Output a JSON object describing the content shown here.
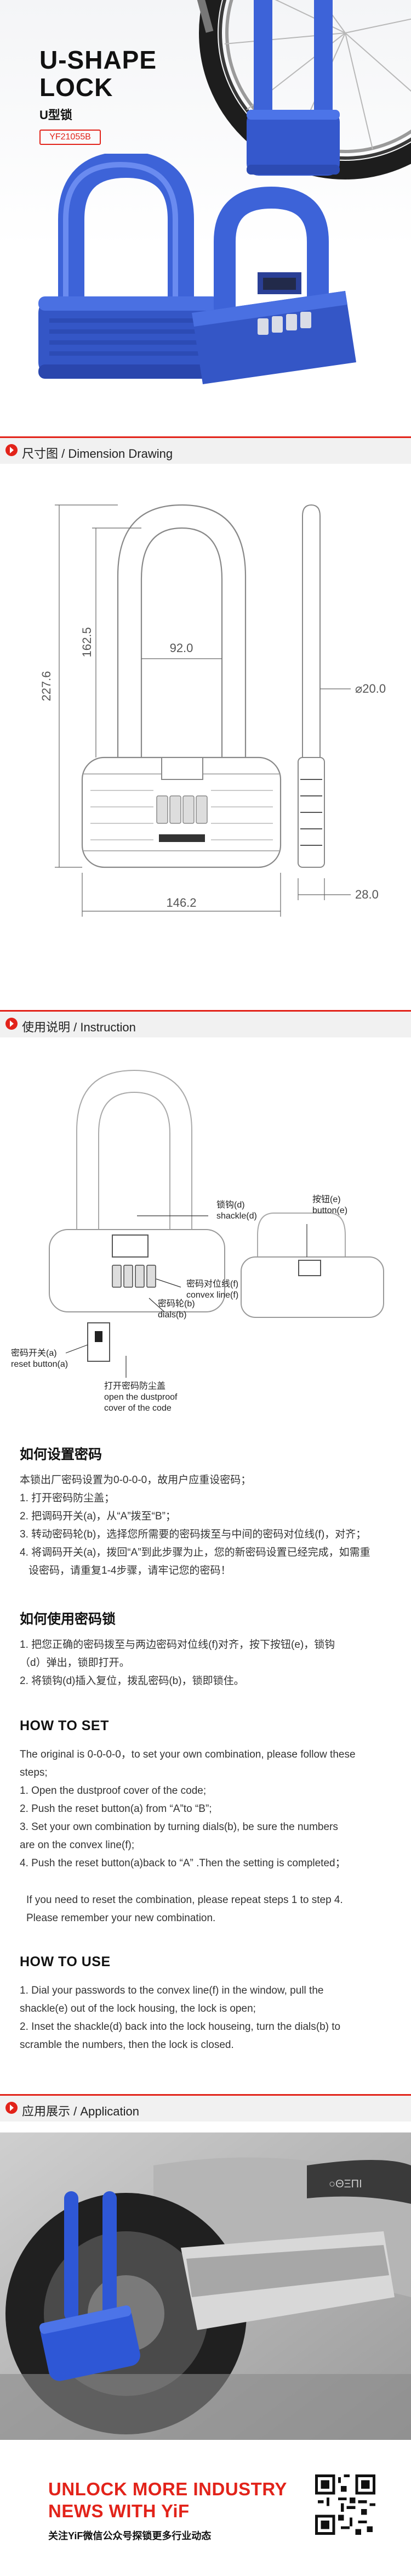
{
  "hero": {
    "title_line1": "U-SHAPE",
    "title_line2": "LOCK",
    "subtitle": "U型锁",
    "model": "YF21055B"
  },
  "sections": {
    "dimension": "尺寸图 / Dimension Drawing",
    "instruction": "使用说明 / Instruction",
    "application": "应用展示 / Application"
  },
  "dimensions": {
    "total_height": "227.6",
    "inner_height": "162.5",
    "inner_width": "92.0",
    "total_width": "146.2",
    "shackle_dia": "⌀20.0",
    "body_depth": "28.0"
  },
  "diagram_labels": {
    "shackle": "锁钩(d)",
    "shackle_en": "shackle(d)",
    "button": "按钮(e)",
    "button_en": "button(e)",
    "dials": "密码轮(b)",
    "dials_en": "dials(b)",
    "convex": "密码对位线(f)",
    "convex_en": "convex line(f)",
    "reset": "密码开关(a)",
    "reset_en": "reset button(a)",
    "dustproof": "打开密码防尘盖",
    "dustproof_en1": "open the dustproof",
    "dustproof_en2": "cover of the code"
  },
  "set_code_cn": {
    "heading": "如何设置密码",
    "lines": [
      "本锁出厂密码设置为0-0-0-0，故用户应重设密码；",
      "1. 打开密码防尘盖；",
      "2. 把调码开关(a)，从“A”拨至“B”；",
      "3. 转动密码轮(b)，选择您所需要的密码拨至与中间的密码对位线(f)，对齐；",
      "4. 将调码开关(a)，拨回“A”到此步骤为止，您的新密码设置已经完成，如需重",
      "设密码，请重复1-4步骤，请牢记您的密码！"
    ]
  },
  "use_code_cn": {
    "heading": "如何使用密码锁",
    "lines": [
      "1. 把您正确的密码拨至与两边密码对位线(f)对齐，按下按钮(e)，锁钩",
      "（d）弹出，锁即打开。",
      "2. 将锁钩(d)插入复位，拨乱密码(b)，锁即锁住。"
    ]
  },
  "set_code_en": {
    "heading": "HOW TO SET",
    "lines": [
      "The original is 0-0-0-0，to set your own combination, please follow these",
      "steps;",
      "1. Open the dustproof cover of the code;",
      "2. Push the reset button(a) from “A”to “B”;",
      "3. Set your own combination by turning dials(b), be sure the numbers",
      "are on the convex line(f);",
      "4. Push the reset button(a)back to “A” .Then the setting is completed；"
    ],
    "note_lines": [
      "If you need to reset the combination, please repeat steps  1 to step 4.",
      "Please remember your new combination."
    ]
  },
  "use_en": {
    "heading": "HOW TO USE",
    "lines": [
      "1. Dial your passwords to the convex line(f) in the window, pull the",
      "shackle(e) out of  the lock housing, the lock is open;",
      "2. Inset the shackle(d) back into the lock houseing, turn the dials(b) to",
      "scramble the numbers, then the lock is closed."
    ]
  },
  "footer": {
    "line1": "UNLOCK MORE INDUSTRY",
    "line2": "NEWS WITH YiF",
    "cn": "关注YiF微信公众号探锁更多行业动态"
  },
  "colors": {
    "accent": "#e2231a",
    "lock_blue": "#3d63d8"
  }
}
